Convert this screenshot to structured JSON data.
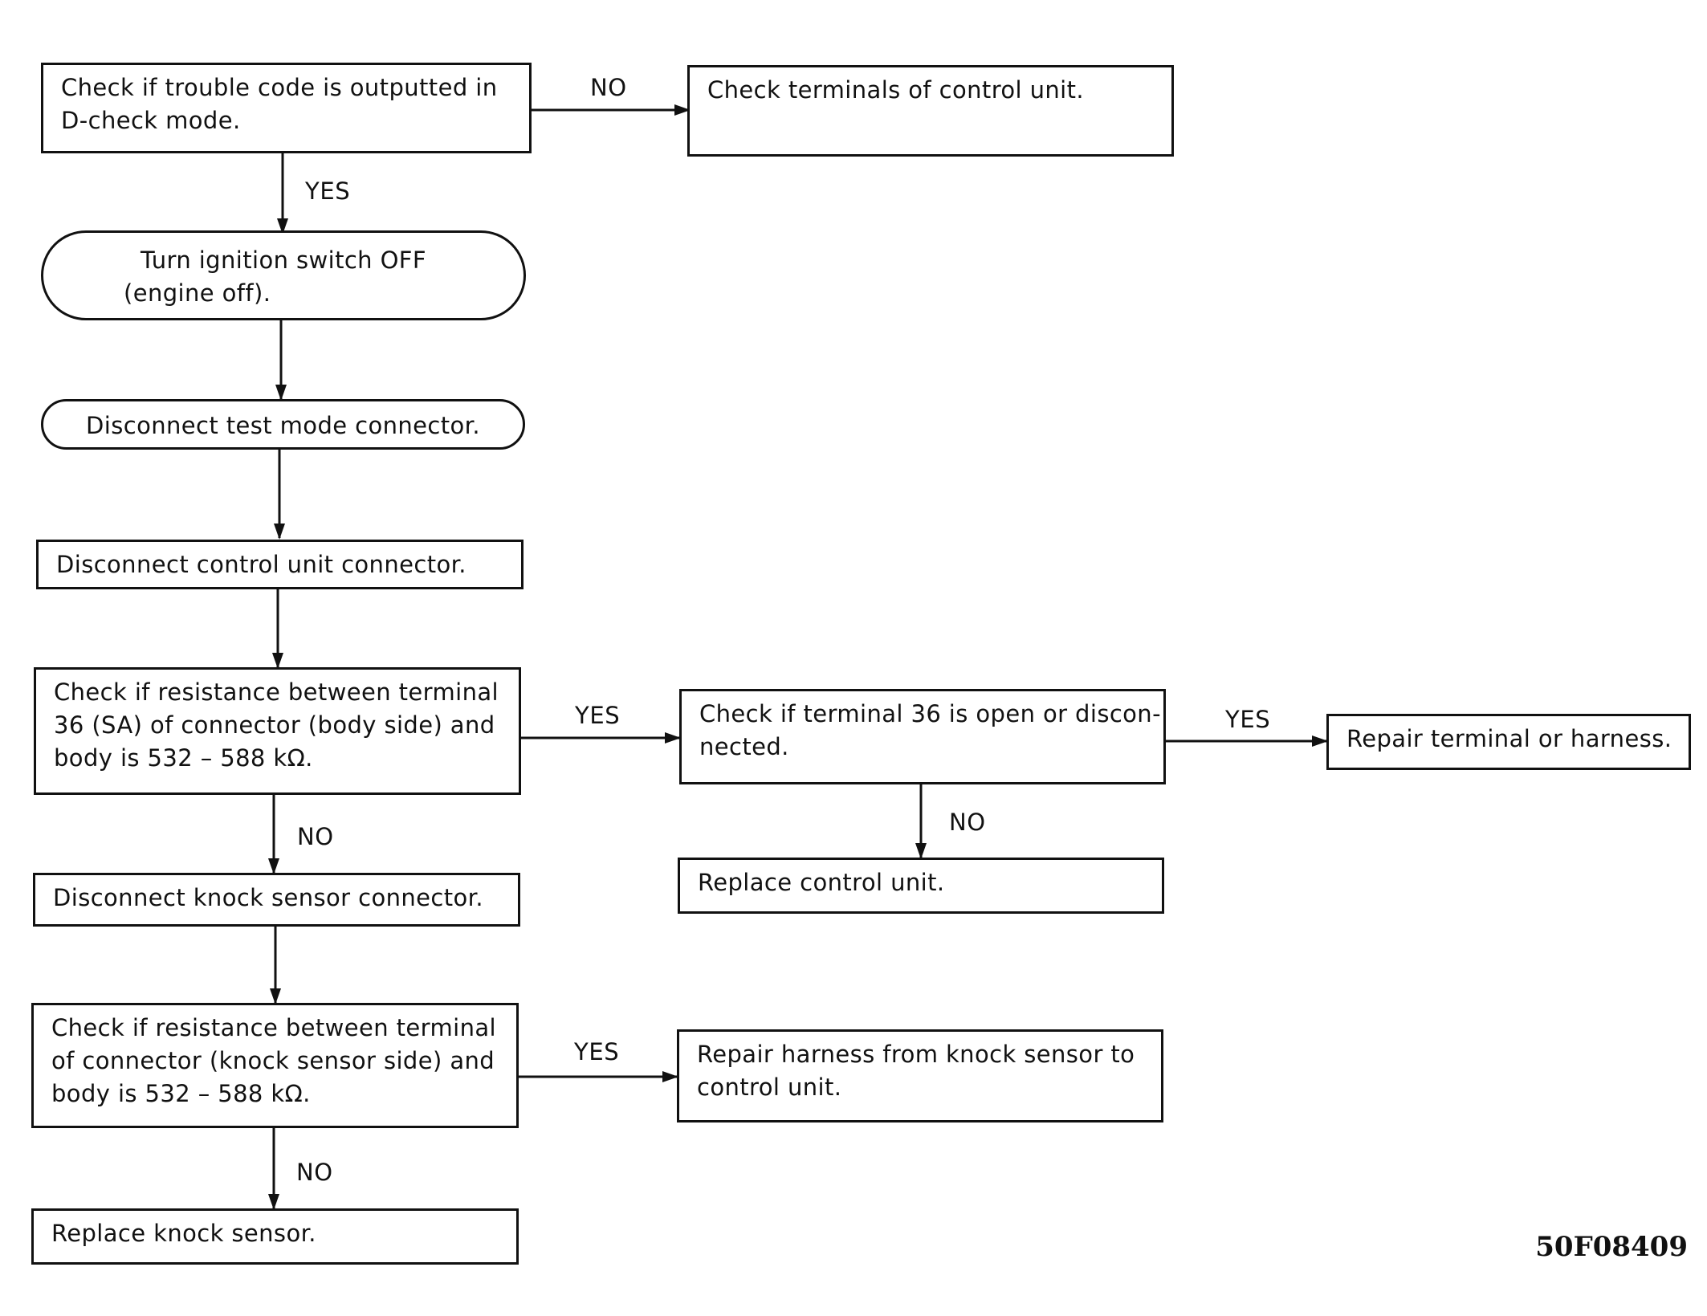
{
  "flowchart": {
    "nodes": [
      {
        "id": "check-trouble-code",
        "lines": [
          "Check if trouble code is outputted in",
          "D-check mode."
        ]
      },
      {
        "id": "check-terminals",
        "lines": [
          "Check terminals of control unit."
        ]
      },
      {
        "id": "turn-ignition-off",
        "lines": [
          "Turn ignition switch OFF",
          "(engine off)."
        ]
      },
      {
        "id": "disconnect-test-mode",
        "lines": [
          "Disconnect test mode connector."
        ]
      },
      {
        "id": "disconnect-control-unit",
        "lines": [
          "Disconnect control unit connector."
        ]
      },
      {
        "id": "check-resistance-body",
        "lines": [
          "Check if resistance between terminal",
          "36 (SA) of connector (body side) and",
          "body is 532 – 588 kΩ."
        ]
      },
      {
        "id": "check-terminal-36",
        "lines": [
          "Check if terminal 36 is open or discon-",
          "nected."
        ]
      },
      {
        "id": "repair-terminal",
        "lines": [
          "Repair terminal or harness."
        ]
      },
      {
        "id": "replace-control-unit",
        "lines": [
          "Replace control unit."
        ]
      },
      {
        "id": "disconnect-knock-sensor",
        "lines": [
          "Disconnect knock sensor connector."
        ]
      },
      {
        "id": "check-resistance-knock",
        "lines": [
          "Check if resistance between terminal",
          "of connector (knock sensor side) and",
          "body is 532 – 588 kΩ."
        ]
      },
      {
        "id": "repair-harness",
        "lines": [
          "Repair harness from knock sensor to",
          "control unit."
        ]
      },
      {
        "id": "replace-knock-sensor",
        "lines": [
          "Replace knock sensor."
        ]
      }
    ],
    "edge_labels": [
      {
        "id": "no-1",
        "text": "NO"
      },
      {
        "id": "yes-1",
        "text": "YES"
      },
      {
        "id": "yes-2",
        "text": "YES"
      },
      {
        "id": "yes-3",
        "text": "YES"
      },
      {
        "id": "no-2",
        "text": "NO"
      },
      {
        "id": "no-3",
        "text": "NO"
      },
      {
        "id": "yes-4",
        "text": "YES"
      },
      {
        "id": "no-4",
        "text": "NO"
      }
    ],
    "figure_id": "50F08409"
  }
}
